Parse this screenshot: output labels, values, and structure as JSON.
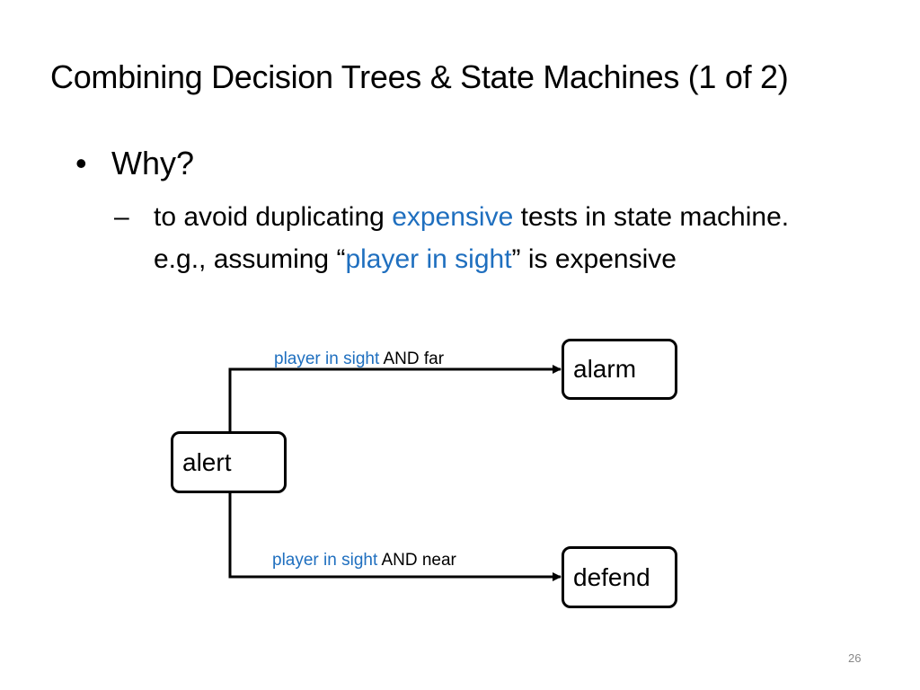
{
  "slide": {
    "title": "Combining Decision Trees & State Machines (1 of 2)",
    "bullet": "Why?",
    "sub_bullet": {
      "dash": "–",
      "text_1": "to avoid duplicating ",
      "text_2": "expensive",
      "text_3": " tests in state machine.  e.g., assuming “",
      "text_4": "player in sight",
      "text_5": "” is expensive"
    },
    "page_number": "26"
  },
  "diagram": {
    "states": {
      "alert": "alert",
      "alarm": "alarm",
      "defend": "defend"
    },
    "edges": {
      "to_alarm": {
        "condition": "player in sight",
        "rest": " AND far"
      },
      "to_defend": {
        "condition": "player in sight",
        "rest": " AND near"
      }
    }
  },
  "colors": {
    "highlight": "#1f6fbf",
    "text": "#000000"
  }
}
